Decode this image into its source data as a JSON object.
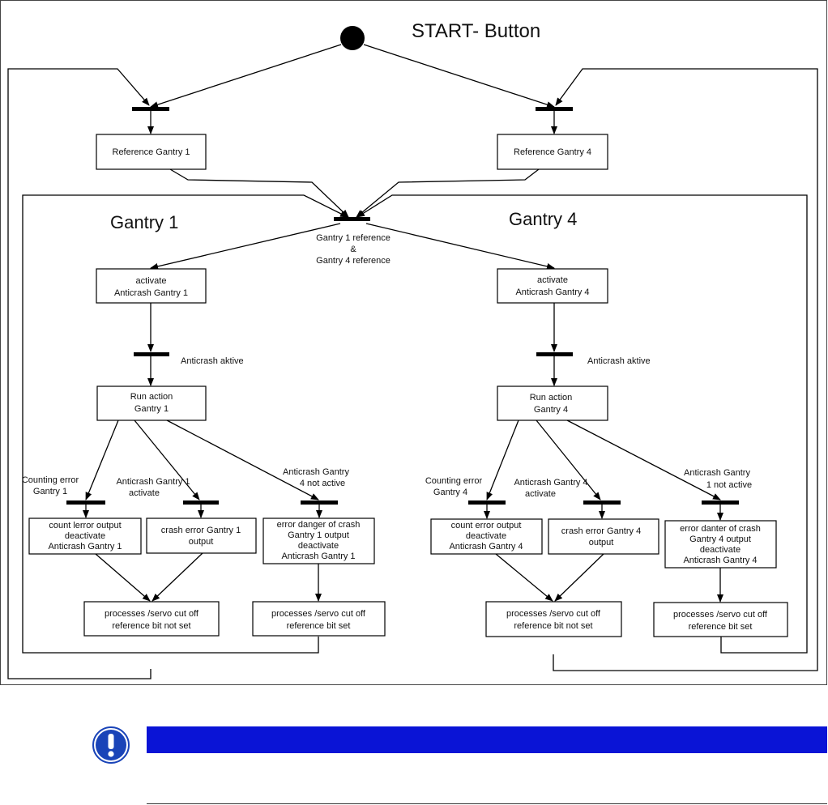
{
  "diagram": {
    "start_label": "START- Button",
    "gantry1_title": "Gantry 1",
    "gantry4_title": "Gantry 4",
    "reference_gantry1": "Reference Gantry 1",
    "reference_gantry4": "Reference Gantry 4",
    "join_condition": [
      "Gantry 1 reference",
      "&",
      "Gantry 4 reference"
    ],
    "activate_anticrash_g1": [
      "activate",
      "Anticrash Gantry 1"
    ],
    "activate_anticrash_g4": [
      "activate",
      "Anticrash Gantry 4"
    ],
    "anticrash_aktive": "Anticrash aktive",
    "run_action_g1": [
      "Run action",
      "Gantry 1"
    ],
    "run_action_g4": [
      "Run action",
      "Gantry 4"
    ],
    "cond_counting_error_g1": [
      "Counting error",
      "Gantry 1"
    ],
    "cond_counting_error_g4": [
      "Counting error",
      "Gantry 4"
    ],
    "cond_anticrash_active_g1": [
      "Anticrash Gantry 1",
      "activate"
    ],
    "cond_anticrash_active_g4": [
      "Anticrash Gantry 4",
      "activate"
    ],
    "cond_other_not_active_g1": [
      "Anticrash Gantry",
      "4 not active"
    ],
    "cond_other_not_active_g4": [
      "Anticrash Gantry",
      "1 not active"
    ],
    "count_error_g1": [
      "count lerror output",
      "deactivate",
      "Anticrash Gantry 1"
    ],
    "count_error_g4": [
      "count error output",
      "deactivate",
      "Anticrash Gantry 4"
    ],
    "crash_error_g1": [
      "crash error Gantry 1",
      "output"
    ],
    "crash_error_g4": [
      "crash error Gantry 4",
      "output"
    ],
    "danger_g1": [
      "error danger of crash",
      "Gantry 1 output",
      "deactivate",
      "Anticrash Gantry 1"
    ],
    "danger_g4": [
      "error danter of crash",
      "Gantry 4 output",
      "deactivate",
      "Anticrash Gantry 4"
    ],
    "cutoff_not_set_g1": [
      "processes /servo cut off",
      "reference bit not set"
    ],
    "cutoff_set_g1": [
      "processes /servo cut off",
      "reference bit set"
    ],
    "cutoff_not_set_g4": [
      "processes /servo cut off",
      "reference bit not set"
    ],
    "cutoff_set_g4": [
      "processes /servo cut off",
      "reference bit set"
    ]
  },
  "colors": {
    "note_bar": "#0a14d6",
    "note_icon": "#1a44b8"
  },
  "icons": {
    "note": "exclamation-icon"
  }
}
